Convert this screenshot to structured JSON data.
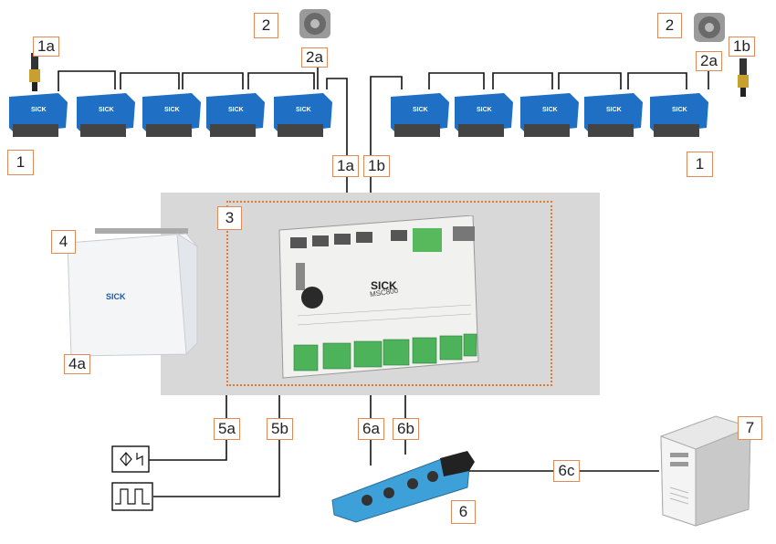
{
  "labels": {
    "scanner_group": "1",
    "encoder_plug": "1a",
    "encoder_plug_b": "1b",
    "fan": "2",
    "fan_plug": "2a",
    "controller": "3",
    "cabinet": "4",
    "cabinet_part": "4a",
    "sensor_a": "5a",
    "sensor_b": "5b",
    "hub": "6",
    "hub_port_a": "6a",
    "hub_port_b": "6b",
    "hub_port_c": "6c",
    "server": "7"
  },
  "brand": {
    "scanner": "SICK",
    "cabinet": "SICK",
    "controller": "SICK",
    "controller_model": "MSC800"
  },
  "colors": {
    "scanner_blue": "#1f6fc4",
    "label_border": "#e08a5a",
    "dotted_orange": "#e8782a",
    "gray_area": "#d8d8d8"
  }
}
